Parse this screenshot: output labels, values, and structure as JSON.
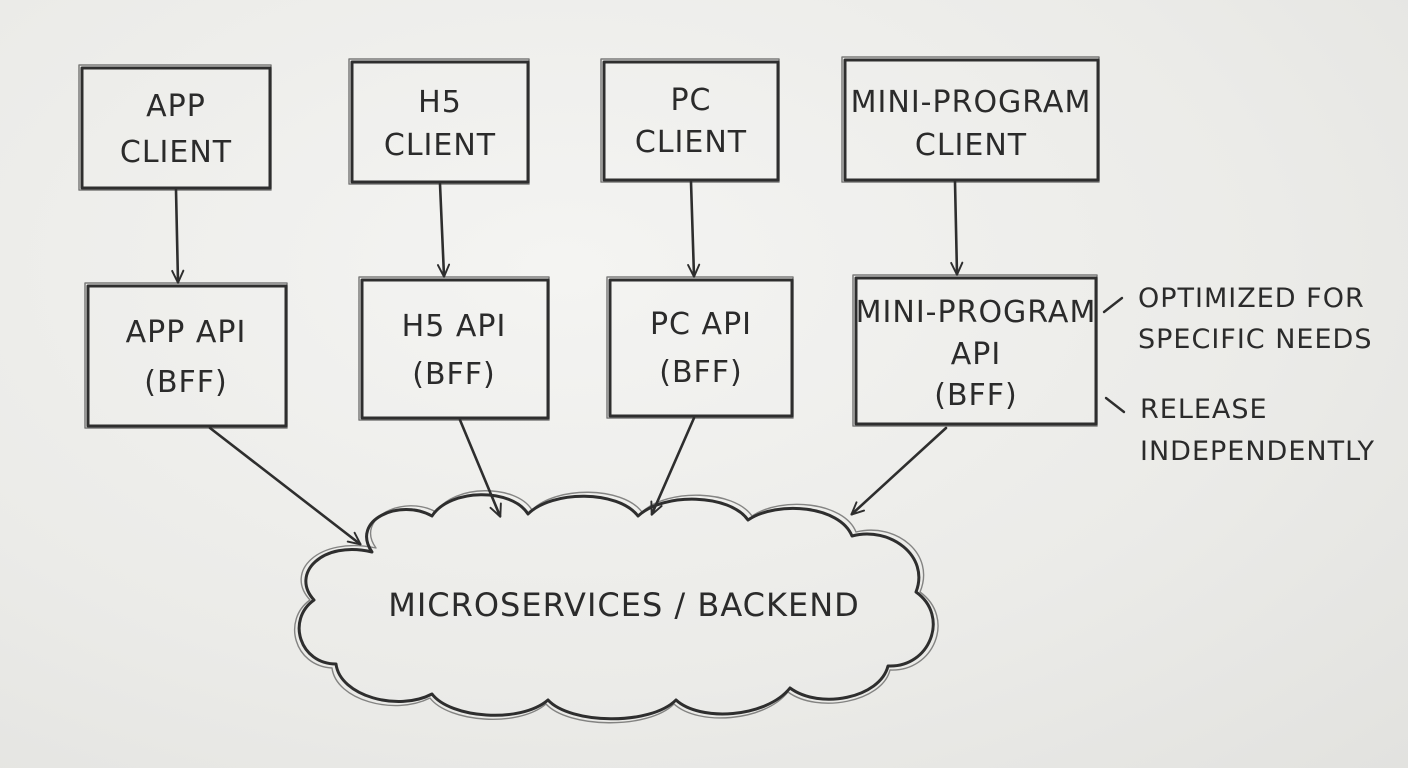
{
  "clients": [
    {
      "id": "app",
      "lines": [
        "APP",
        "CLIENT"
      ]
    },
    {
      "id": "h5",
      "lines": [
        "H5",
        "CLIENT"
      ]
    },
    {
      "id": "pc",
      "lines": [
        "PC",
        "CLIENT"
      ]
    },
    {
      "id": "mini-program",
      "lines": [
        "MINI-PROGRAM",
        "CLIENT"
      ]
    }
  ],
  "apis": [
    {
      "id": "app",
      "lines": [
        "APP API",
        "(BFF)"
      ]
    },
    {
      "id": "h5",
      "lines": [
        "H5 API",
        "(BFF)"
      ]
    },
    {
      "id": "pc",
      "lines": [
        "PC API",
        "(BFF)"
      ]
    },
    {
      "id": "mini-program",
      "lines": [
        "MINI-PROGRAM",
        "API",
        "(BFF)"
      ]
    }
  ],
  "backend": {
    "label": "MICROSERVICES / BACKEND"
  },
  "annotations": [
    {
      "id": "optimized",
      "lines": [
        "OPTIMIZED FOR",
        "SPECIFIC NEEDS"
      ]
    },
    {
      "id": "release",
      "lines": [
        "RELEASE",
        "INDEPENDENTLY"
      ]
    }
  ]
}
